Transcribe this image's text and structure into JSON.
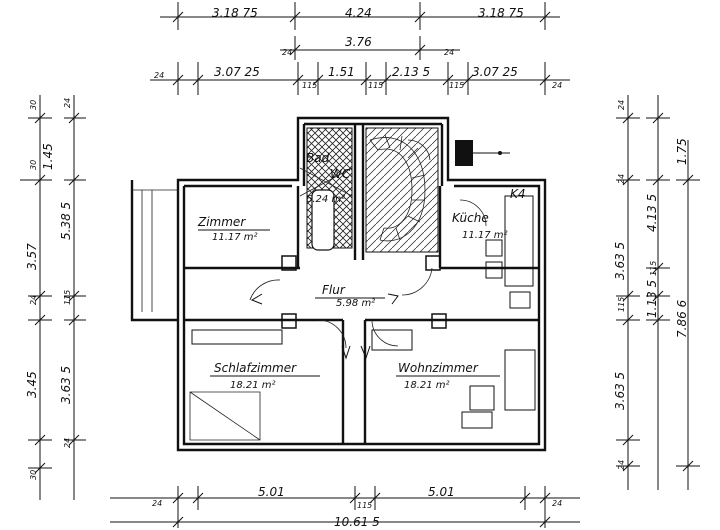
{
  "dims_top": {
    "row1": [
      "3.18 75",
      "4.24",
      "3.18 75"
    ],
    "row2": [
      "24",
      "3.76",
      "24"
    ],
    "row3": [
      "24",
      "3.07 25",
      "115",
      "1.51",
      "115",
      "2.13 5",
      "115",
      "3.07 25",
      "24"
    ]
  },
  "dims_left": {
    "a": "30",
    "b": "24",
    "c": "1.45",
    "d": "30",
    "e": "5.38 5",
    "f": "3.57",
    "g": "24",
    "h": "115",
    "i": "3.45",
    "j": "3.63 5",
    "k": "24",
    "l": "30"
  },
  "dims_right": {
    "a": "24",
    "b": "1.75",
    "c": "24",
    "d": "4.13 5",
    "e": "3.63 5",
    "f": "115",
    "g": "115",
    "h": "1.13 5",
    "i": "7.86 6",
    "j": "3.63 5",
    "k": "24"
  },
  "dims_bottom": {
    "row1": [
      "24",
      "5.01",
      "115",
      "5.01",
      "24"
    ],
    "total": "10.61 5"
  },
  "rooms": {
    "zimmer": {
      "name": "Zimmer",
      "area": "11.17 m²"
    },
    "bad": {
      "name": "Bad",
      "area": "6.24 m²"
    },
    "wc": {
      "name": "WC"
    },
    "kueche": {
      "name": "Küche",
      "area": "11.17 m²"
    },
    "flur": {
      "name": "Flur",
      "area": "5.98 m²"
    },
    "schlafzimmer": {
      "name": "Schlafzimmer",
      "area": "18.21 m²"
    },
    "wohnzimmer": {
      "name": "Wohnzimmer",
      "area": "18.21 m²"
    }
  },
  "kitchen_mark": "K4"
}
